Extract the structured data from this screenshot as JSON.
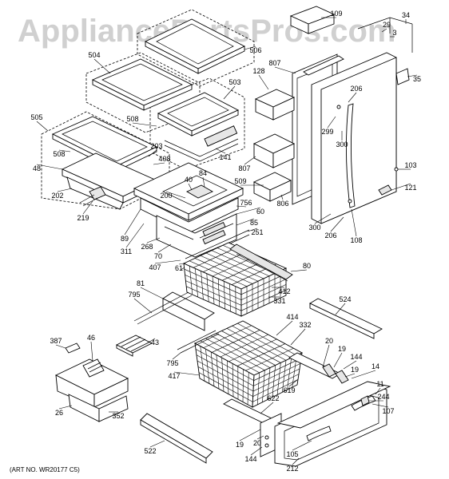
{
  "watermark": "AppliancePartsPros.com",
  "caption": "(ART NO. WR20177 C5)",
  "callouts": [
    {
      "id": "c-109",
      "text": "109"
    },
    {
      "id": "c-34",
      "text": "34"
    },
    {
      "id": "c-29",
      "text": "29"
    },
    {
      "id": "c-3",
      "text": "3"
    },
    {
      "id": "c-504",
      "text": "504"
    },
    {
      "id": "c-506",
      "text": "506"
    },
    {
      "id": "c-807a",
      "text": "807"
    },
    {
      "id": "c-128",
      "text": "128"
    },
    {
      "id": "c-35",
      "text": "35"
    },
    {
      "id": "c-503",
      "text": "503"
    },
    {
      "id": "c-206a",
      "text": "206"
    },
    {
      "id": "c-505",
      "text": "505"
    },
    {
      "id": "c-508a",
      "text": "508"
    },
    {
      "id": "c-299",
      "text": "299"
    },
    {
      "id": "c-300a",
      "text": "300"
    },
    {
      "id": "c-508b",
      "text": "508"
    },
    {
      "id": "c-203",
      "text": "203"
    },
    {
      "id": "c-141",
      "text": "141"
    },
    {
      "id": "c-408",
      "text": "408"
    },
    {
      "id": "c-48",
      "text": "48"
    },
    {
      "id": "c-807b",
      "text": "807"
    },
    {
      "id": "c-103",
      "text": "103"
    },
    {
      "id": "c-84",
      "text": "84"
    },
    {
      "id": "c-40",
      "text": "40"
    },
    {
      "id": "c-509",
      "text": "509"
    },
    {
      "id": "c-121",
      "text": "121"
    },
    {
      "id": "c-202",
      "text": "202"
    },
    {
      "id": "c-200",
      "text": "200"
    },
    {
      "id": "c-806",
      "text": "806"
    },
    {
      "id": "c-756",
      "text": "756"
    },
    {
      "id": "c-60",
      "text": "60"
    },
    {
      "id": "c-219",
      "text": "219"
    },
    {
      "id": "c-85",
      "text": "85"
    },
    {
      "id": "c-300b",
      "text": "300"
    },
    {
      "id": "c-206b",
      "text": "206"
    },
    {
      "id": "c-89",
      "text": "89"
    },
    {
      "id": "c-251",
      "text": "251"
    },
    {
      "id": "c-108",
      "text": "108"
    },
    {
      "id": "c-268",
      "text": "268"
    },
    {
      "id": "c-311",
      "text": "311"
    },
    {
      "id": "c-70",
      "text": "70"
    },
    {
      "id": "c-80",
      "text": "80"
    },
    {
      "id": "c-407",
      "text": "407"
    },
    {
      "id": "c-61",
      "text": "61"
    },
    {
      "id": "c-81",
      "text": "81"
    },
    {
      "id": "c-412",
      "text": "412"
    },
    {
      "id": "c-795a",
      "text": "795"
    },
    {
      "id": "c-331",
      "text": "331"
    },
    {
      "id": "c-524",
      "text": "524"
    },
    {
      "id": "c-414",
      "text": "414"
    },
    {
      "id": "c-332",
      "text": "332"
    },
    {
      "id": "c-387",
      "text": "387"
    },
    {
      "id": "c-46",
      "text": "46"
    },
    {
      "id": "c-43",
      "text": "43"
    },
    {
      "id": "c-20a",
      "text": "20"
    },
    {
      "id": "c-19a",
      "text": "19"
    },
    {
      "id": "c-144a",
      "text": "144"
    },
    {
      "id": "c-795b",
      "text": "795"
    },
    {
      "id": "c-19b",
      "text": "19"
    },
    {
      "id": "c-14",
      "text": "14"
    },
    {
      "id": "c-417",
      "text": "417"
    },
    {
      "id": "c-619",
      "text": "619"
    },
    {
      "id": "c-11",
      "text": "11"
    },
    {
      "id": "c-622",
      "text": "622"
    },
    {
      "id": "c-244",
      "text": "244"
    },
    {
      "id": "c-26",
      "text": "26"
    },
    {
      "id": "c-352",
      "text": "352"
    },
    {
      "id": "c-107",
      "text": "107"
    },
    {
      "id": "c-522",
      "text": "522"
    },
    {
      "id": "c-19c",
      "text": "19"
    },
    {
      "id": "c-20b",
      "text": "20"
    },
    {
      "id": "c-144b",
      "text": "144"
    },
    {
      "id": "c-105",
      "text": "105"
    },
    {
      "id": "c-212",
      "text": "212"
    }
  ]
}
